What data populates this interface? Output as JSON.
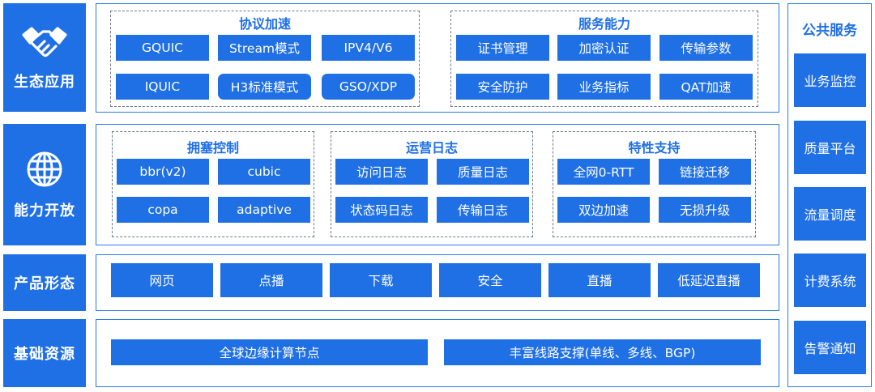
{
  "rows": {
    "ecosystem": {
      "label": "生态应用",
      "icon": "handshake-icon"
    },
    "capability": {
      "label": "能力开放",
      "icon": "globe-icon"
    },
    "product": {
      "label": "产品形态"
    },
    "infrastructure": {
      "label": "基础资源"
    }
  },
  "groups": {
    "protocol": {
      "title": "协议加速",
      "items": [
        "GQUIC",
        "Stream模式",
        "IPV4/V6",
        "IQUIC",
        "H3标准模式",
        "GSO/XDP"
      ]
    },
    "service": {
      "title": "服务能力",
      "items": [
        "证书管理",
        "加密认证",
        "传输参数",
        "安全防护",
        "业务指标",
        "QAT加速"
      ]
    },
    "congestion": {
      "title": "拥塞控制",
      "items": [
        "bbr(v2)",
        "cubic",
        "copa",
        "adaptive"
      ]
    },
    "logging": {
      "title": "运营日志",
      "items": [
        "访问日志",
        "质量日志",
        "状态码日志",
        "传输日志"
      ]
    },
    "features": {
      "title": "特性支持",
      "items": [
        "全网0-RTT",
        "链接迁移",
        "双边加速",
        "无损升级"
      ]
    }
  },
  "products": [
    "网页",
    "点播",
    "下载",
    "安全",
    "直播",
    "低延迟直播"
  ],
  "resources": [
    "全球边缘计算节点",
    "丰富线路支撑(单线、多线、BGP)"
  ],
  "public_services": {
    "title": "公共服务",
    "items": [
      "业务监控",
      "质量平台",
      "流量调度",
      "计费系统",
      "告警通知"
    ]
  },
  "colors": {
    "accent": "#1f6fe5",
    "border": "#2b7be4",
    "dashed": "#6d7a8a"
  }
}
